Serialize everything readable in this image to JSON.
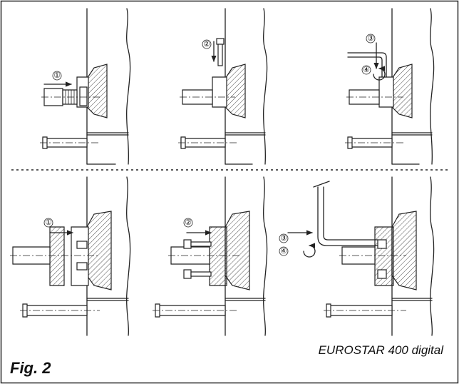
{
  "figure": {
    "label": "Fig. 2",
    "model": "EUROSTAR 400 digital"
  },
  "steps": {
    "one": "①",
    "two": "②",
    "three": "③",
    "four": "④"
  }
}
